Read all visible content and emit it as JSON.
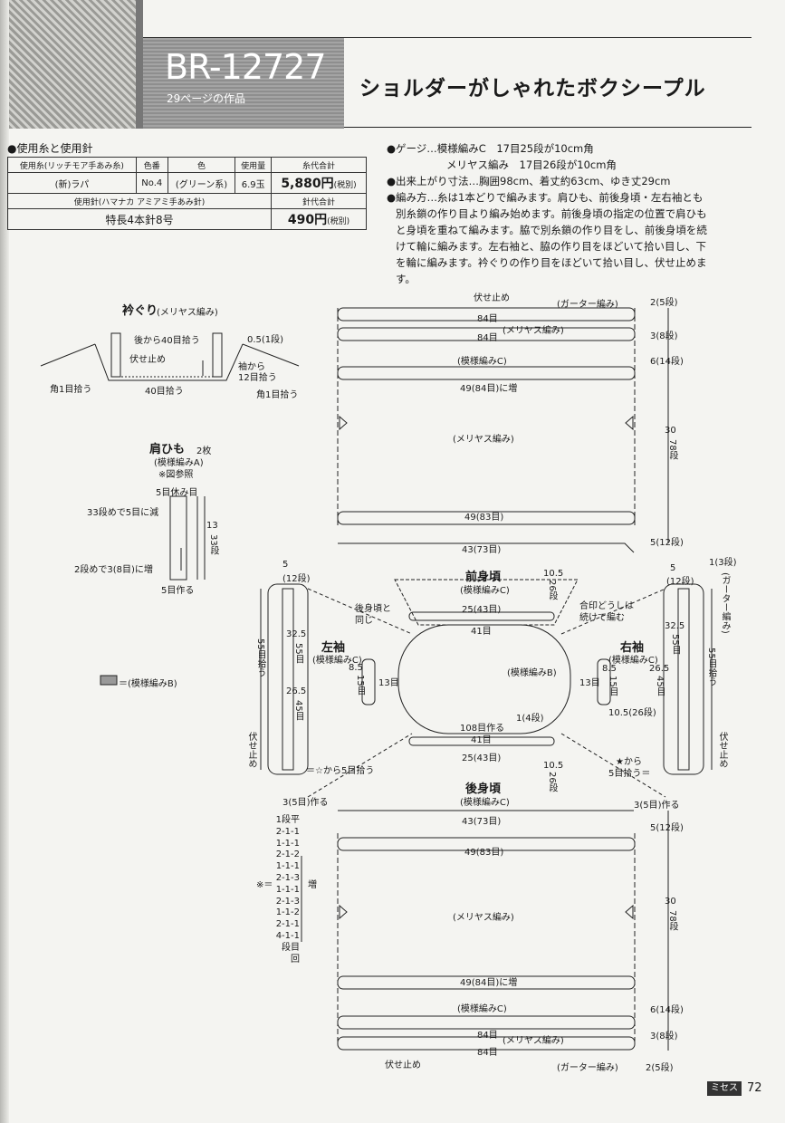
{
  "header": {
    "code": "BR-12727",
    "page_ref": "29ページの作品",
    "title": "ショルダーがしゃれたボクシープル"
  },
  "materials": {
    "heading": "●使用糸と使用針",
    "col_yarn": "使用糸(リッチモア手あみ糸)",
    "col_color_no": "色番",
    "col_color": "色",
    "col_amount": "使用量",
    "col_yarn_price": "糸代合計",
    "yarn_name": "(新)ラパ",
    "color_no": "No.4",
    "color": "(グリーン系)",
    "amount": "6.9玉",
    "yarn_price": "5,880円",
    "yarn_price_tax": "(税別)",
    "needle_label": "使用針(ハマナカ アミアミ手あみ針)",
    "needle_price_label": "針代合計",
    "needle": "特長4本針8号",
    "needle_price": "490円",
    "needle_price_tax": "(税別)"
  },
  "instructions": {
    "gauge_1": "●ゲージ…模様編みC　17目25段が10cm角",
    "gauge_2": "メリヤス編み　17目26段が10cm角",
    "size": "●出来上がり寸法…胸囲98cm、着丈約63cm、ゆき丈29cm",
    "method_1": "●編み方…糸は1本どりで編みます。肩ひも、前後身頃・左右袖とも",
    "method_2": "別糸鎖の作り目より編み始めます。前後身頃の指定の位置で肩ひも",
    "method_3": "と身頃を重ねて編みます。脇で別糸鎖の作り目をし、前後身頃を続",
    "method_4": "けて輪に編みます。左右袖と、脇の作り目をほどいて拾い目し、下",
    "method_5": "を輪に編みます。衿ぐりの作り目をほどいて拾い目し、伏せ止めま",
    "method_6": "す。"
  },
  "neckline": {
    "title": "衿ぐり",
    "title_sub": "(メリヤス編み)",
    "back_pick": "後から40目拾う",
    "bind_off": "伏せ止め",
    "rows": "0.5(1段)",
    "sleeve_pick": "袖から",
    "sleeve_pick_2": "12目拾う",
    "corner_left": "角1目拾う",
    "front_pick": "40目拾う",
    "corner_right": "角1目拾う"
  },
  "strap": {
    "title": "肩ひも",
    "count": "2枚",
    "pattern": "(模様編みA)",
    "ref": "※図参照",
    "rest": "5目休み目",
    "dec": "33段めで5目に減",
    "inc": "2段めで3(8目)に増",
    "cast_on": "5目作る",
    "length": "13",
    "length_rows": "33段"
  },
  "legend": {
    "label": "＝(模様編みB)"
  },
  "front_back": {
    "bind_off": "伏せ止め",
    "garter": "(ガーター編み)",
    "stockinette": "(メリヤス編み)",
    "pattern_c": "(模様編みC)",
    "c84": "84目",
    "c84b": "84目",
    "inc_49_84": "49(84目)に増",
    "c49_83": "49(83目)",
    "top_2": "2(5段)",
    "top_3": "3(8段)",
    "top_6": "6(14段)",
    "len_30": "30",
    "len_78": "78段",
    "side_5": "5(12段)",
    "c43_73": "43(73目)",
    "front_title": "前身頃",
    "front_pattern": "(模様編みC)",
    "c25_43": "25(43目)",
    "c41": "41目",
    "c108": "108目作る",
    "row_1_4": "1(4段)",
    "c41b": "41目",
    "c25_43b": "25(43目)",
    "back_title": "後身頃",
    "back_pattern": "(模様編みC)",
    "v10_5": "10.5",
    "v26": "26段",
    "v10_5b": "10.5",
    "v26b": "26段",
    "c43_73b": "43(73目)",
    "c49_83b": "49(83目)",
    "inc_49_84b": "49(84目)に増",
    "len_30b": "30",
    "len_78b": "78段",
    "side_5b": "5(12段)",
    "bot_6": "6(14段)",
    "bot_3": "3(8段)",
    "bot_2": "2(5段)",
    "star_l": "3(5目)作る",
    "star_r": "3(5目)作る",
    "same_as_back": "後身頃と",
    "same_as_back_2": "同じ",
    "join_1": "合印どうしは",
    "join_2": "続けて編む"
  },
  "sleeves": {
    "left_title": "左袖",
    "right_title": "右袖",
    "pattern_c": "(模様編みC)",
    "pattern_c_r": "(模様編みC)",
    "pattern_b": "(模様編みB)",
    "top_5": "5",
    "top_12": "(12段)",
    "r_top_5": "5",
    "r_top_12": "(12段)",
    "r_1_3": "1(3段)",
    "v32_5": "32.5",
    "v55": "55目",
    "v26_5": "26.5",
    "v45": "45目",
    "v8_5": "8.5",
    "v15": "15目",
    "v13": "13目",
    "r32_5": "32.5",
    "r55": "55目",
    "r26_5": "26.5",
    "r45": "45目",
    "r8_5": "8.5",
    "r15": "15目",
    "r13": "13目",
    "r10_5": "10.5(26段)",
    "pick55": "55目拾う",
    "bind": "伏せ止め",
    "pick5l": "＝☆から5目拾う",
    "pick55r": "55目拾う",
    "bindr": "伏せ止め",
    "pick5r_1": "★から",
    "pick5r_2": "5目拾う＝",
    "garter_r": "(ガーター編み)"
  },
  "shaping": {
    "rows": [
      "1段平",
      "2-1-1",
      "1-1-1",
      "2-1-2",
      "1-1-1",
      "2-1-3",
      "1-1-1",
      "2-1-3",
      "1-1-2",
      "2-1-1",
      "4-1-1"
    ],
    "footer": "段目回",
    "mark": "※＝",
    "inc": "増"
  },
  "footer": {
    "badge": "ミセス",
    "page": "72"
  }
}
